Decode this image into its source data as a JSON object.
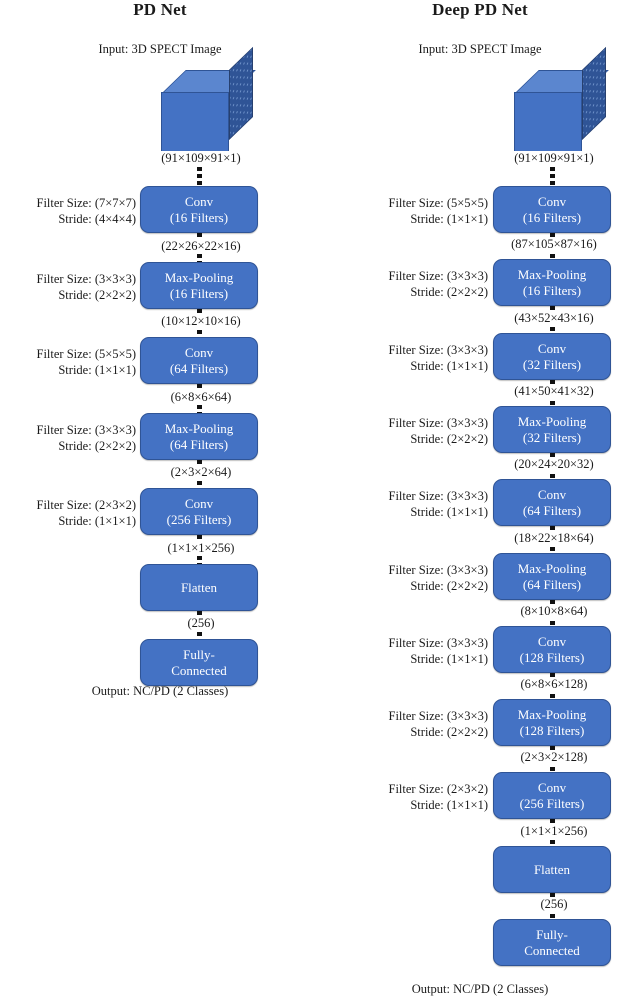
{
  "figure": {
    "background": "#ffffff",
    "box_fill": "#4472c4",
    "box_border": "#2f5496",
    "cube_top": "#5b86cf",
    "cube_side": "#2f5496",
    "connector_color": "#111111"
  },
  "networks": [
    {
      "id": "pd-net",
      "title": "PD Net",
      "input_caption": "Input: 3D SPECT Image",
      "output_caption": "Output: NC/PD (2 Classes)",
      "input_shape": "(91×109×91×1)",
      "layers": [
        {
          "name": "Conv",
          "detail": "(16 Filters)",
          "filter_size": "Filter Size: (7×7×7)",
          "stride": "Stride: (4×4×4)",
          "output_shape": "(22×26×22×16)"
        },
        {
          "name": "Max-Pooling",
          "detail": "(16 Filters)",
          "filter_size": "Filter Size: (3×3×3)",
          "stride": "Stride: (2×2×2)",
          "output_shape": "(10×12×10×16)"
        },
        {
          "name": "Conv",
          "detail": "(64 Filters)",
          "filter_size": "Filter Size: (5×5×5)",
          "stride": "Stride: (1×1×1)",
          "output_shape": "(6×8×6×64)"
        },
        {
          "name": "Max-Pooling",
          "detail": "(64 Filters)",
          "filter_size": "Filter Size: (3×3×3)",
          "stride": "Stride: (2×2×2)",
          "output_shape": "(2×3×2×64)"
        },
        {
          "name": "Conv",
          "detail": "(256 Filters)",
          "filter_size": "Filter Size: (2×3×2)",
          "stride": "Stride: (1×1×1)",
          "output_shape": "(1×1×1×256)"
        },
        {
          "name": "Flatten",
          "detail": "",
          "filter_size": "",
          "stride": "",
          "output_shape": "(256)"
        },
        {
          "name": "Fully-",
          "detail": "Connected",
          "filter_size": "",
          "stride": "",
          "output_shape": ""
        }
      ]
    },
    {
      "id": "deep-pd-net",
      "title": "Deep PD Net",
      "input_caption": "Input: 3D SPECT Image",
      "output_caption": "Output: NC/PD (2 Classes)",
      "input_shape": "(91×109×91×1)",
      "layers": [
        {
          "name": "Conv",
          "detail": "(16 Filters)",
          "filter_size": "Filter Size: (5×5×5)",
          "stride": "Stride: (1×1×1)",
          "output_shape": "(87×105×87×16)"
        },
        {
          "name": "Max-Pooling",
          "detail": "(16 Filters)",
          "filter_size": "Filter Size: (3×3×3)",
          "stride": "Stride: (2×2×2)",
          "output_shape": "(43×52×43×16)"
        },
        {
          "name": "Conv",
          "detail": "(32 Filters)",
          "filter_size": "Filter Size: (3×3×3)",
          "stride": "Stride: (1×1×1)",
          "output_shape": "(41×50×41×32)"
        },
        {
          "name": "Max-Pooling",
          "detail": "(32 Filters)",
          "filter_size": "Filter Size: (3×3×3)",
          "stride": "Stride: (2×2×2)",
          "output_shape": "(20×24×20×32)"
        },
        {
          "name": "Conv",
          "detail": "(64 Filters)",
          "filter_size": "Filter Size: (3×3×3)",
          "stride": "Stride: (1×1×1)",
          "output_shape": "(18×22×18×64)"
        },
        {
          "name": "Max-Pooling",
          "detail": "(64 Filters)",
          "filter_size": "Filter Size: (3×3×3)",
          "stride": "Stride: (2×2×2)",
          "output_shape": "(8×10×8×64)"
        },
        {
          "name": "Conv",
          "detail": "(128 Filters)",
          "filter_size": "Filter Size: (3×3×3)",
          "stride": "Stride: (1×1×1)",
          "output_shape": "(6×8×6×128)"
        },
        {
          "name": "Max-Pooling",
          "detail": "(128 Filters)",
          "filter_size": "Filter Size: (3×3×3)",
          "stride": "Stride: (2×2×2)",
          "output_shape": "(2×3×2×128)"
        },
        {
          "name": "Conv",
          "detail": "(256 Filters)",
          "filter_size": "Filter Size: (2×3×2)",
          "stride": "Stride: (1×1×1)",
          "output_shape": "(1×1×1×256)"
        },
        {
          "name": "Flatten",
          "detail": "",
          "filter_size": "",
          "stride": "",
          "output_shape": "(256)"
        },
        {
          "name": "Fully-",
          "detail": "Connected",
          "filter_size": "",
          "stride": "",
          "output_shape": ""
        }
      ]
    }
  ]
}
